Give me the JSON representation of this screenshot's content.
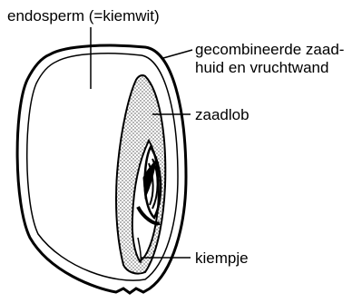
{
  "labels": {
    "endosperm": "endosperm (=kiemwit)",
    "seed_coat_line1": "gecombineerde zaad-",
    "seed_coat_line2": "huid en vruchtwand",
    "cotyledon": "zaadlob",
    "embryo": "kiempje"
  },
  "colors": {
    "ink": "#000000",
    "background": "#ffffff"
  }
}
